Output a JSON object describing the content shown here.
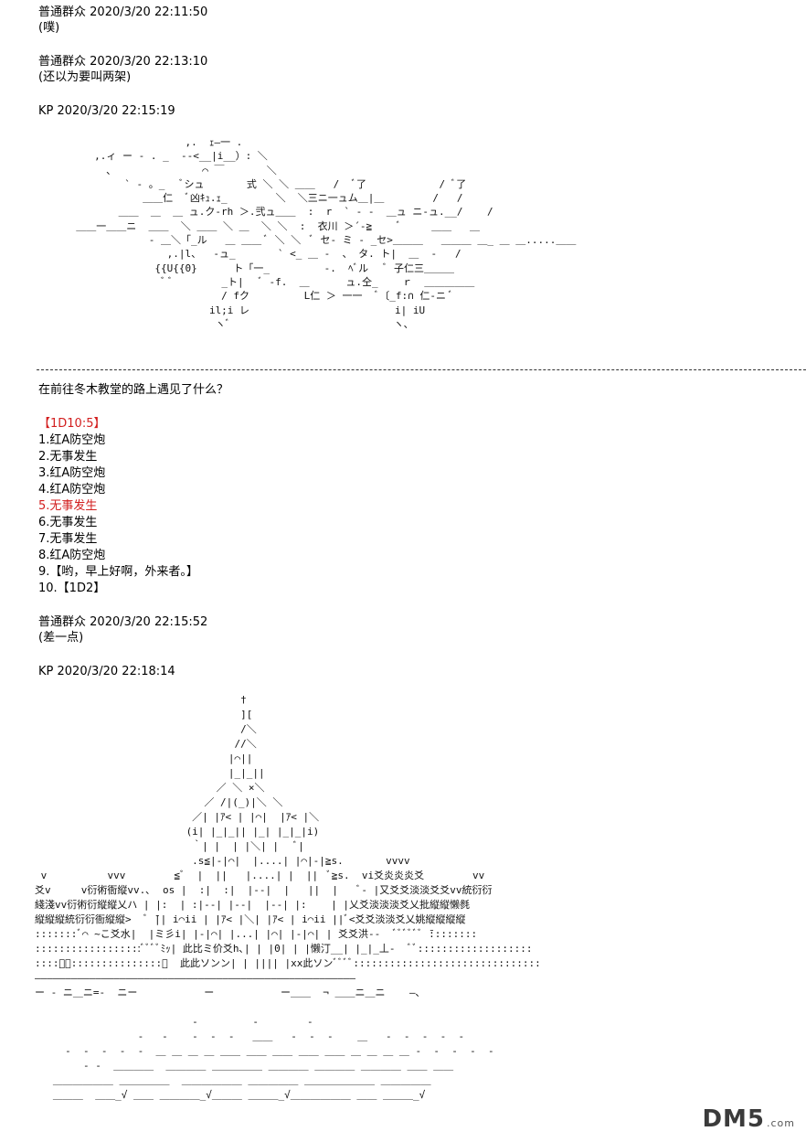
{
  "posts": [
    {
      "author": "普通群众",
      "time": "2020/3/20 22:11:50",
      "body": "(噗)"
    },
    {
      "author": "普通群众",
      "time": "2020/3/20 22:13:10",
      "body": "(还以为要叫两架)"
    },
    {
      "author": "KP",
      "time": "2020/3/20 22:15:19"
    }
  ],
  "question": "在前往冬木教堂的路上遇见了什么？",
  "dice": "【1D10:5】",
  "options": [
    "1.红A防空炮",
    "2.无事发生",
    "3.红A防空炮",
    "4.红A防空炮",
    "5.无事发生",
    "6.无事发生",
    "7.无事发生",
    "8.红A防空炮",
    "9.【哟，早上好啊，外来者。】",
    "10.【1D2】"
  ],
  "post4": {
    "author": "普通群众",
    "time": "2020/3/20 22:15:52",
    "body": "(差一点)"
  },
  "post5": {
    "author": "KP",
    "time": "2020/3/20 22:18:14"
  },
  "ascii_jets": [
    "                    ,.  ｪ―一 .",
    "     ,.ィ ー - . _  -‐<__|i__）: ＼",
    "       ､               ⌒ ￣       ＼",
    "          ` - 。_   ﾞシュ       式 ＼ ＼ ＿＿   /  ﾞ了            / ﾞ了",
    "             ＿＿仁  ﾞ凶ｷｭ.ｪ_        ＼  ＼三ニ一ュム＿|＿        /   /",
    "         ＿＿  ＿  ＿ ュ.ク-rh ＞.弐ュ＿＿  :  r  ` - -  ＿ュ ニ-ュ.__/    /",
    "  ＿＿一＿＿ニ  ＿＿  ＼ ＿＿ ＼ ＿  ＼ ＼  :  衣川 ＞´-≧    ﾞ     ＿＿   ＿",
    "              ‐ ＿＼「_ル   ＿ ＿＿ ﾞ ＼ ＼  ﾞ セ- ミ - _セ>＿＿＿   ＿＿＿ ＿_ ＿ ＿.....＿＿",
    "                 ,.|l、  ‐ュ_       ` <_ ＿ -  、 タ. ト|  ＿  -   /",
    "               {{U{{0}      ト「一_         -.  ﾍﾞル   ﾞ 子仁三＿＿＿",
    "                ﾞ ﾞ        _ト|   ﾞ ‐f.  ＿      ュ.仝_    ｒ  ＿＿＿＿＿",
    "                          / fク         L仁 ＞ 一一  ﾞ〔_f:∩ 仁-ニ ﾞ",
    "                        il;i レ                        i| iU",
    "                         ヽﾞ                           ヽ､"
  ],
  "ascii_church": [
    "                                  †",
    "                                  ][",
    "                                  /＼",
    "                                 //＼",
    "                                |⌒||",
    "                                |_|_||",
    "                              ／ ＼ ×＼",
    "                            ／ /|(_)|＼ ＼",
    "                          ／| |ｱ< | |⌒|  |ｱ< |＼",
    "                         (i| |_|_|| |_| |_|_|i)",
    "                          ｀| |  | |＼| |   ﾞ|",
    "                          .s≦|-|⌒|  |....| |⌒|-|≧s.       vvvv",
    " v          vvv        ≦ﾞ  |  ||   |....| |  ||  ﾞ≧s.  vi爻炎炎炎爻        vv",
    "爻v     v衍術衙縦vv.､  os |  :|  :|  |--|  |   ||  |   ﾞ- |又爻爻淡淡爻爻vv統衍衍",
    "綫淺vv衍術衍縦縦乂ハ | |:  | :|--| |--|  |--| |:    | |乂爻淡淡淡爻乂批縦縦懒毵",
    "縦縦縦統衍衍衙縦縦>  ﾞ ̄|| i⌒ii | |ｱ< |＼| |ｱ< | i⌒ii ||ﾞ<爻爻淡淡爻乂姚縦縦縦縦",
    ":::::::ﾞ⌒ ~こ爻水|  |ミ彡i| |-|⌒| |...| |⌒| |-|⌒| | 爻爻洪-‐  ﾞﾞﾞﾞﾞﾞ ̄::::::::",
    "::::::::::::::::::ﾞﾞﾞﾞﾐｯ| 此比ミ价爻h､| | |0| | |懒汀__| |_|_丄-  ﾞﾞ:::::::::::::::::::",
    "::::ﾞﾞ:::::::::::::::ﾞ  此此ソンン| | |||| |xx此ソンﾞﾞﾞﾞ:::::::::::::::::::::::::::::::",
    "―――――――――――――――――――――――――――――――――――――――――――――――――――――",
    "ー - ニ＿ニ=-  ニー           ー           ー＿＿  ¬ ＿＿ニ＿ニ    ―､",
    "",
    "                          -         -        -",
    "                 -   -    -  -  -   ＿＿   -  -  -    ＿   -  -  -  -  -",
    "     -  -  -  -  -  ＿ ＿ ＿ ＿ ＿＿ ＿＿ ＿＿ ＿＿ ＿＿ ＿ ＿ ＿ ＿ -  -  -  -  -",
    "        - -  ＿＿＿＿  ＿＿＿＿ ＿＿＿＿＿ ＿＿＿＿ ＿＿＿＿ ＿＿＿＿ ＿＿ ＿＿",
    "   ＿＿＿＿＿＿ ＿＿＿＿＿  ＿＿＿＿＿＿ ＿＿＿＿＿ ＿＿＿＿＿＿＿ ＿＿＿＿＿",
    "   ＿＿＿  ＿＿_√ ＿＿ ＿＿＿＿_√＿＿＿ ＿＿＿_√＿＿＿＿＿＿ ＿＿ ＿＿＿_√"
  ],
  "watermark": {
    "logo": "DM5",
    "suffix": ".com"
  }
}
